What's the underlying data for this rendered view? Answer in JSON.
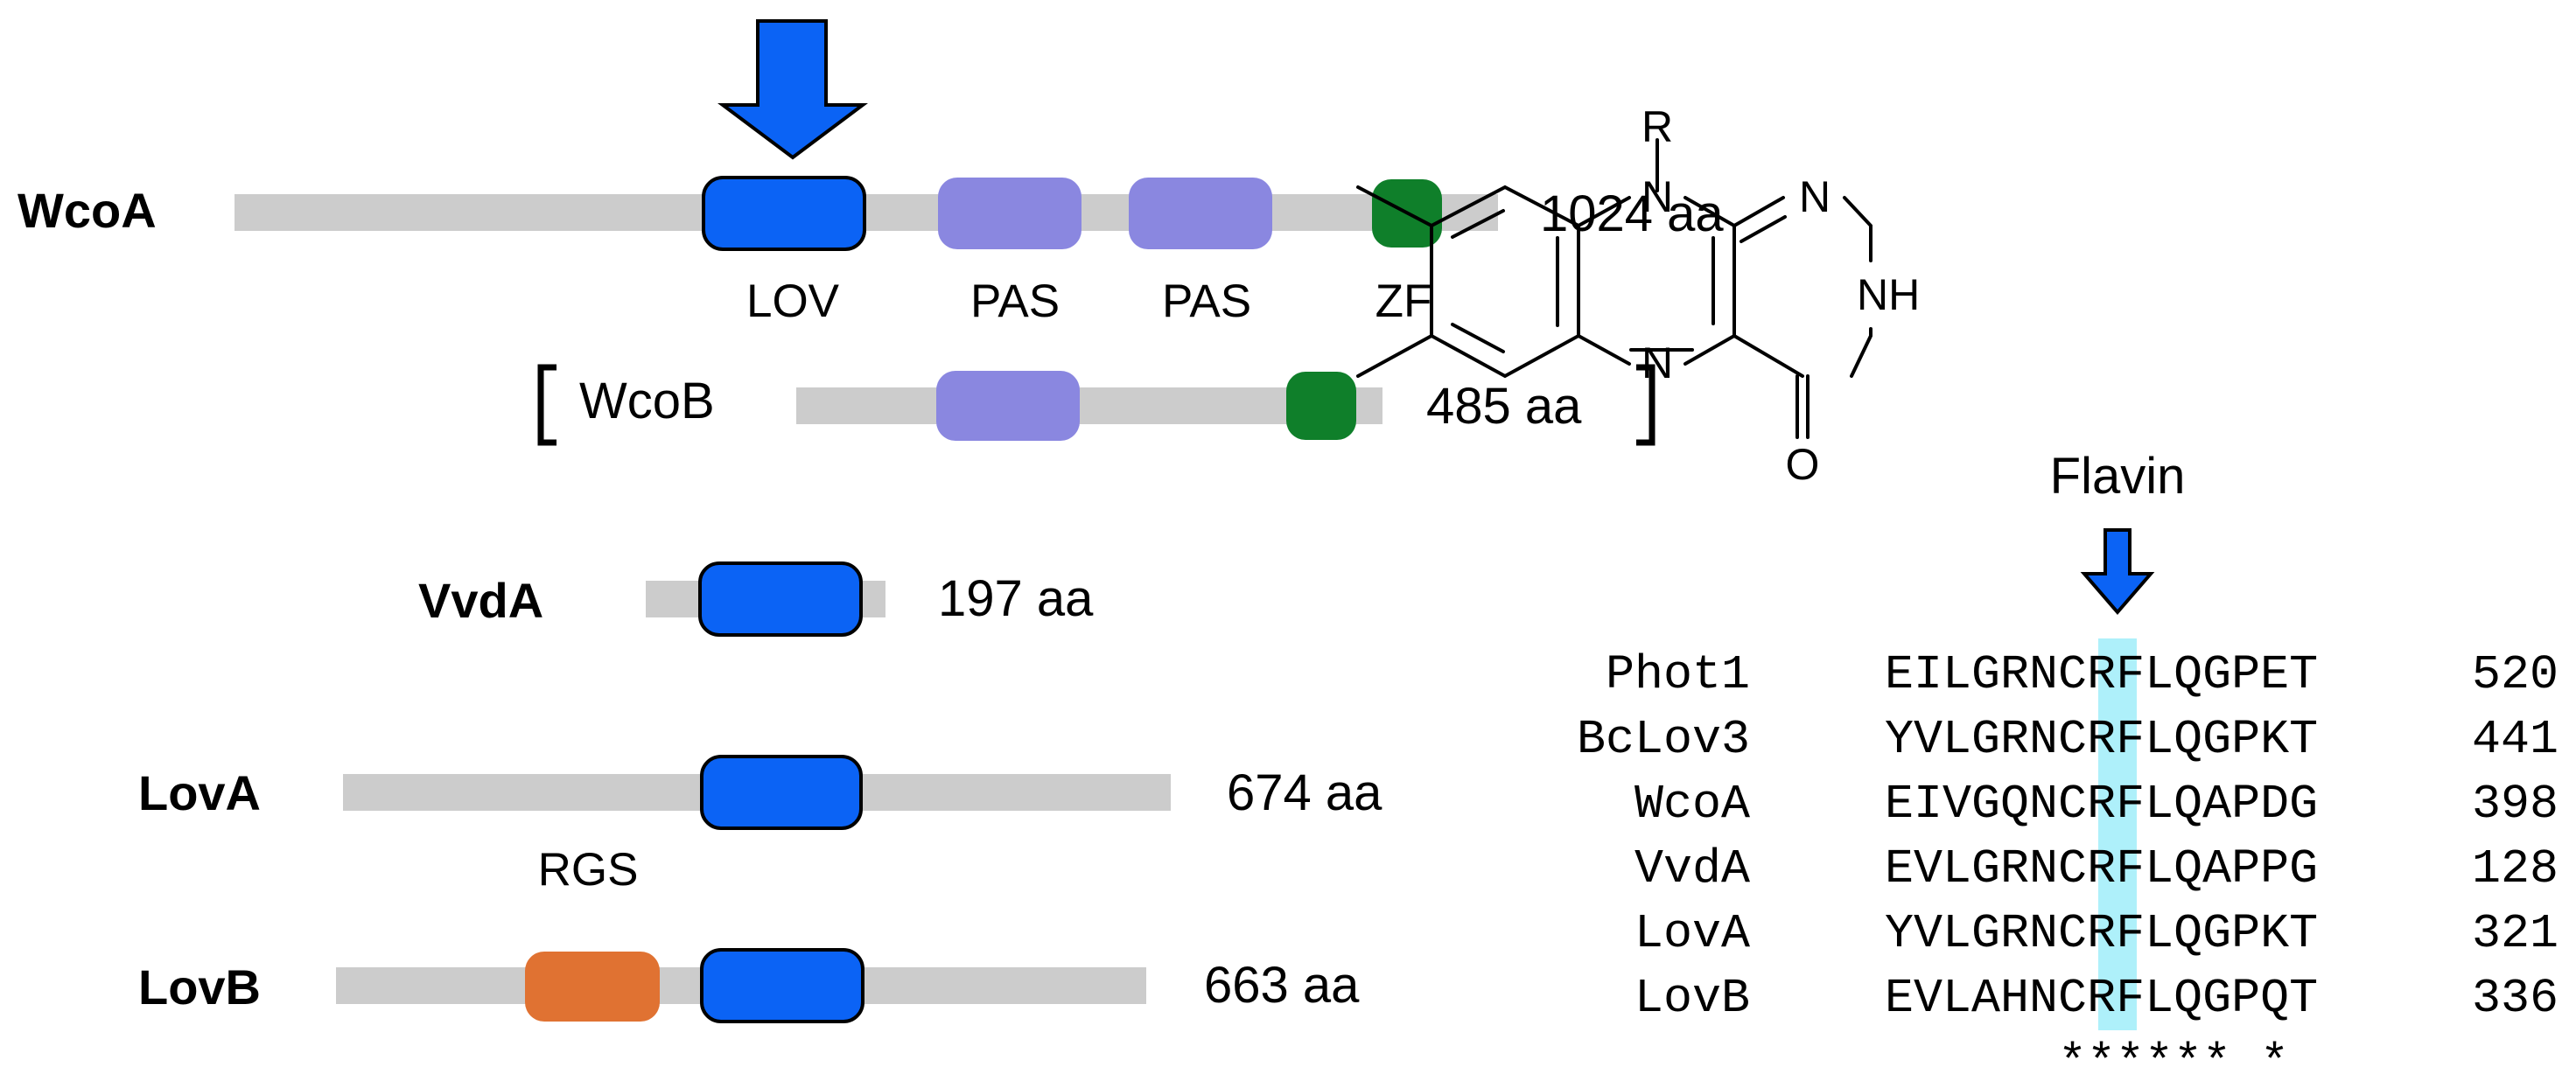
{
  "proteins": {
    "wcoa": {
      "name": "WcoA",
      "length": "1024 aa"
    },
    "wcob": {
      "name": "WcoB",
      "length": "485 aa"
    },
    "vvda": {
      "name": "VvdA",
      "length": "197 aa"
    },
    "lova": {
      "name": "LovA",
      "length": "674 aa"
    },
    "lovb": {
      "name": "LovB",
      "length": "663 aa"
    }
  },
  "domain_labels": {
    "lov": "LOV",
    "pas1": "PAS",
    "pas2": "PAS",
    "zf": "ZF",
    "rgs": "RGS"
  },
  "flavin": {
    "name": "Flavin",
    "atoms": {
      "r": "R",
      "n10": "N",
      "n1": "N",
      "n3": "NH",
      "n5": "N",
      "o4": "O"
    }
  },
  "alignment": {
    "rows": [
      {
        "name": "Phot1",
        "pre": "EILGRN",
        "cys": "C",
        "post": "RFLQGPET",
        "pos": "520"
      },
      {
        "name": "BcLov3",
        "pre": "YVLGRN",
        "cys": "C",
        "post": "RFLQGPKT",
        "pos": "441"
      },
      {
        "name": "WcoA",
        "pre": "EIVGQN",
        "cys": "C",
        "post": "RFLQAPDG",
        "pos": "398"
      },
      {
        "name": "VvdA",
        "pre": "EVLGRN",
        "cys": "C",
        "post": "RFLQAPPG",
        "pos": "128"
      },
      {
        "name": "LovA",
        "pre": "YVLGRN",
        "cys": "C",
        "post": "RFLQGPKT",
        "pos": "321"
      },
      {
        "name": "LovB",
        "pre": "EVLAHN",
        "cys": "C",
        "post": "RFLQGPQT",
        "pos": "336"
      }
    ],
    "conservation": "****** *"
  },
  "colors": {
    "backbone": "#cccccc",
    "lov": "#0b63f5",
    "pas": "#8a87e0",
    "zf": "#0f7f2a",
    "rgs": "#e07232",
    "highlight": "#aef0fa",
    "arrow": "#0b63f5"
  }
}
